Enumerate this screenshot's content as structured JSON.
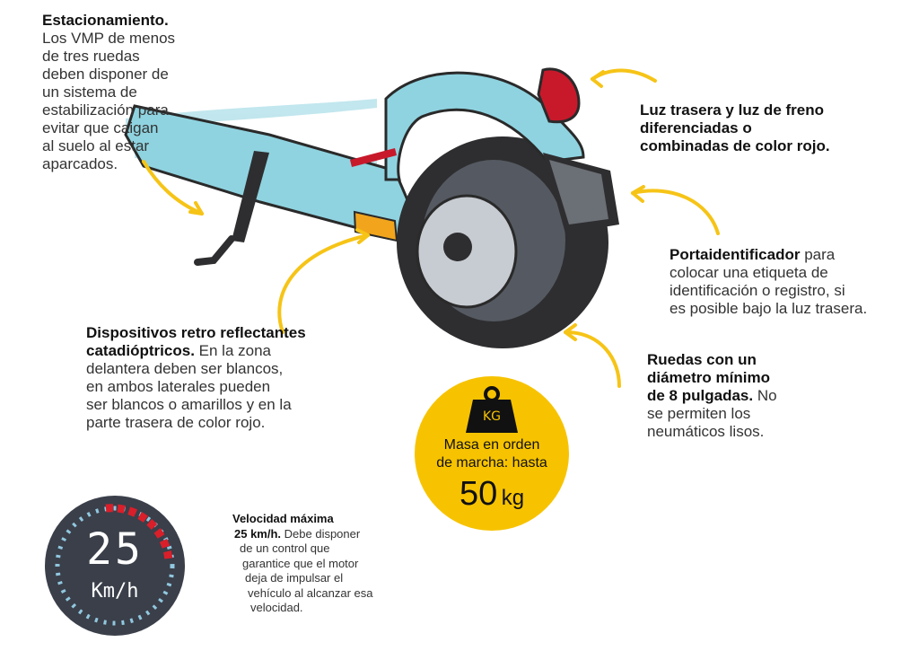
{
  "estacionamiento": {
    "title": "Estacionamiento.",
    "lines": [
      "Los VMP de menos",
      "de tres ruedas",
      "deben disponer de",
      "un sistema de",
      "estabilización para",
      "evitar que caigan",
      "al suelo al estar",
      "aparcados."
    ]
  },
  "luz_trasera": {
    "lines": [
      "Luz trasera y luz de freno",
      "diferenciadas o",
      "combinadas de color rojo."
    ]
  },
  "portaidentificador": {
    "title": "Portaidentificador",
    "first_rest": " para",
    "lines": [
      "colocar una etiqueta de",
      "identificación o registro, si",
      "es posible bajo la luz trasera."
    ]
  },
  "ruedas": {
    "bold_lines": [
      "Ruedas con un",
      "diámetro mínimo",
      "de 8 pulgadas."
    ],
    "rest": " No",
    "lines": [
      "se permiten los",
      "neumáticos lisos."
    ]
  },
  "reflectantes": {
    "bold_lines": [
      "Dispositivos retro reflectantes",
      "catadióptricos."
    ],
    "rest": " En la zona",
    "lines": [
      "delantera deben ser blancos,",
      "en ambos laterales pueden",
      "ser blancos o amarillos y en la",
      "parte trasera de color rojo."
    ]
  },
  "masa": {
    "weight_label": "KG",
    "line1": "Masa en orden",
    "line2": "de marcha: hasta",
    "value": "50",
    "unit": "kg"
  },
  "velocidad": {
    "title": "Velocidad máxima",
    "speed_bold": "25 km/h.",
    "rest": " Debe disponer",
    "lines": [
      "de un control que",
      "garantice que el motor",
      "deja de impulsar el",
      "vehículo al alcanzar esa",
      "velocidad."
    ],
    "gauge_value": "25",
    "gauge_unit": "Km/h"
  },
  "colors": {
    "scooter_blue": "#8fd3e0",
    "tire": "#2e2e30",
    "taillight": "#c8192b",
    "reflector": "#f2a51c",
    "arrow": "#f6c417",
    "badge": "#f7c300",
    "gauge_bg": "#3a3f4a"
  }
}
